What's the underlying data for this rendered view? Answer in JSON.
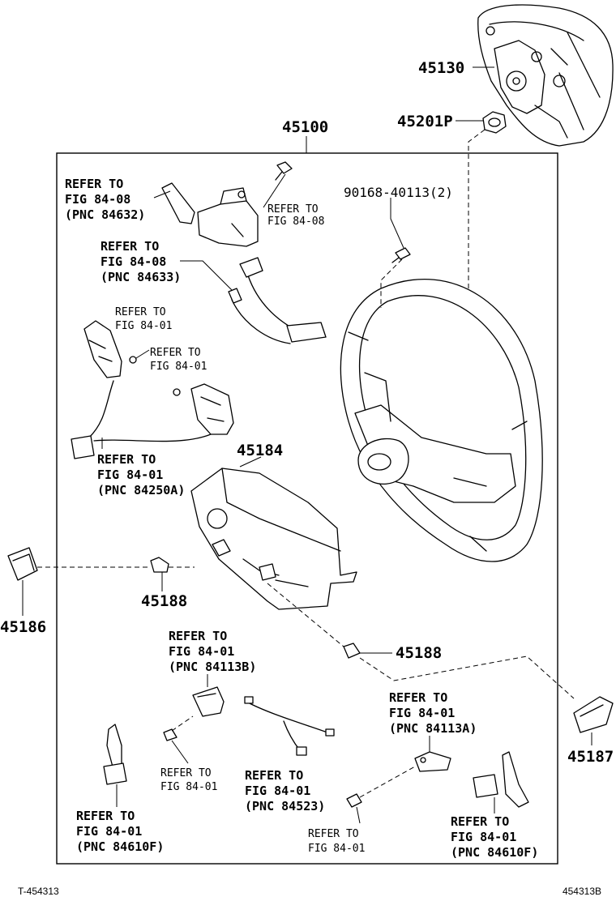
{
  "parts": {
    "p45130": "45130",
    "p45201p": "45201P",
    "p45100": "45100",
    "p90168": "90168-40113(2)",
    "p45184": "45184",
    "p45188a": "45188",
    "p45188b": "45188",
    "p45186": "45186",
    "p45187": "45187"
  },
  "refs": {
    "ref1": [
      "REFER TO",
      "FIG 84-08",
      "(PNC 84632)"
    ],
    "ref2": [
      "REFER TO",
      "FIG 84-08"
    ],
    "ref3": [
      "REFER TO",
      "FIG 84-08",
      "(PNC 84633)"
    ],
    "ref4": [
      "REFER TO",
      "FIG 84-01"
    ],
    "ref5": [
      "REFER TO",
      "FIG 84-01"
    ],
    "ref6": [
      "REFER TO",
      "FIG 84-01",
      "(PNC 84250A)"
    ],
    "ref7": [
      "REFER TO",
      "FIG 84-01",
      "(PNC 84113B)"
    ],
    "ref8": [
      "REFER TO",
      "FIG 84-01",
      "(PNC 84113A)"
    ],
    "ref9": [
      "REFER TO",
      "FIG 84-01"
    ],
    "ref10": [
      "REFER TO",
      "FIG 84-01",
      "(PNC 84523)"
    ],
    "ref11": [
      "REFER TO",
      "FIG 84-01",
      "(PNC 84610F)"
    ],
    "ref12": [
      "REFER TO",
      "FIG 84-01"
    ],
    "ref13": [
      "REFER TO",
      "FIG 84-01",
      "(PNC 84610F)"
    ]
  },
  "footer": {
    "left": "T-454313",
    "right": "454313B"
  }
}
